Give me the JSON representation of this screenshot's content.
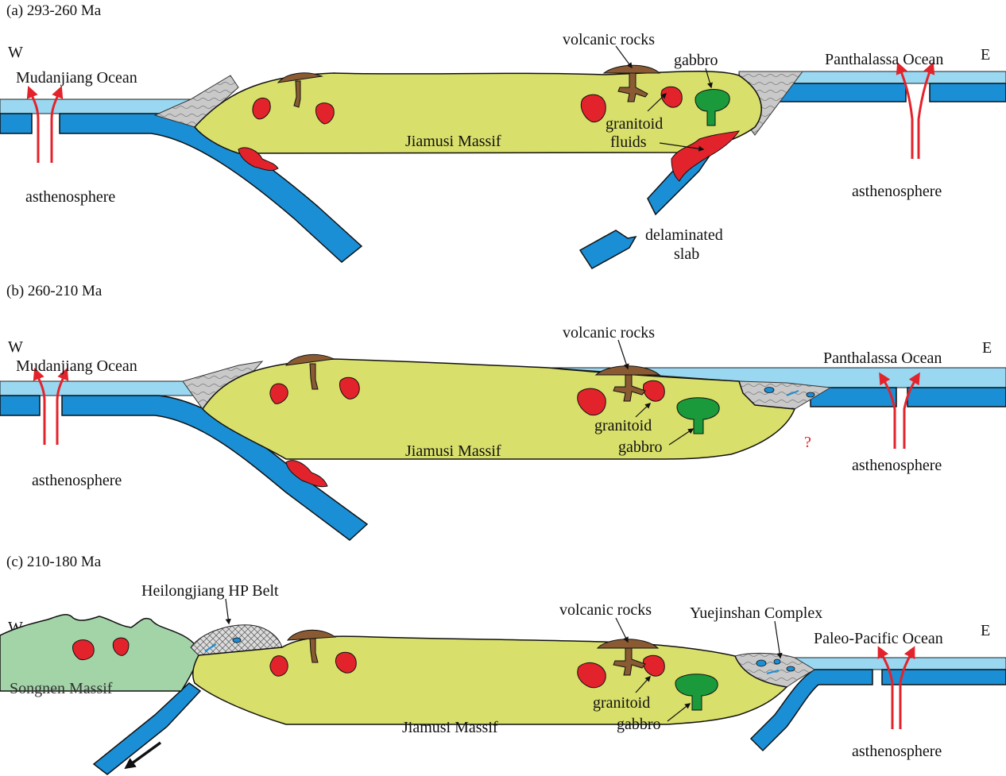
{
  "colors": {
    "ocean_water": "#9ad8f2",
    "oceanic_plate": "#1a8fd6",
    "jiamusi_massif": "#d8df6a",
    "songnen_massif": "#a3d4a8",
    "granitoid": "#e3232b",
    "volcanic": "#8a5a33",
    "gabbro": "#1a9a3a",
    "accretion": "#b8b8b8",
    "arrow_red": "#e3232b"
  },
  "panels": [
    {
      "title": "(a) 293-260 Ma",
      "west": "W",
      "east": "E",
      "west_ocean": "Mudanjiang Ocean",
      "east_ocean": "Panthalassa Ocean",
      "massif": "Jiamusi Massif",
      "volcanic": "volcanic rocks",
      "gabbro": "gabbro",
      "granitoid": "granitoid",
      "fluids": "fluids",
      "asth_west": "asthenosphere",
      "asth_east": "asthenosphere",
      "slab_line1": "delaminated",
      "slab_line2": "slab"
    },
    {
      "title": "(b) 260-210 Ma",
      "west": "W",
      "east": "E",
      "west_ocean": "Mudanjiang Ocean",
      "east_ocean": "Panthalassa Ocean",
      "massif": "Jiamusi Massif",
      "volcanic": "volcanic rocks",
      "granitoid": "granitoid",
      "gabbro": "gabbro",
      "question": "?",
      "asth_west": "asthenosphere",
      "asth_east": "asthenosphere"
    },
    {
      "title": "(c) 210-180 Ma",
      "west": "W",
      "east": "E",
      "hp_belt": "Heilongjiang HP Belt",
      "volcanic": "volcanic rocks",
      "complex": "Yuejinshan Complex",
      "east_ocean": "Paleo-Pacific Ocean",
      "songnen": "Songnen Massif",
      "massif": "Jiamusi Massif",
      "granitoid": "granitoid",
      "gabbro": "gabbro",
      "asth_east": "asthenosphere"
    }
  ]
}
